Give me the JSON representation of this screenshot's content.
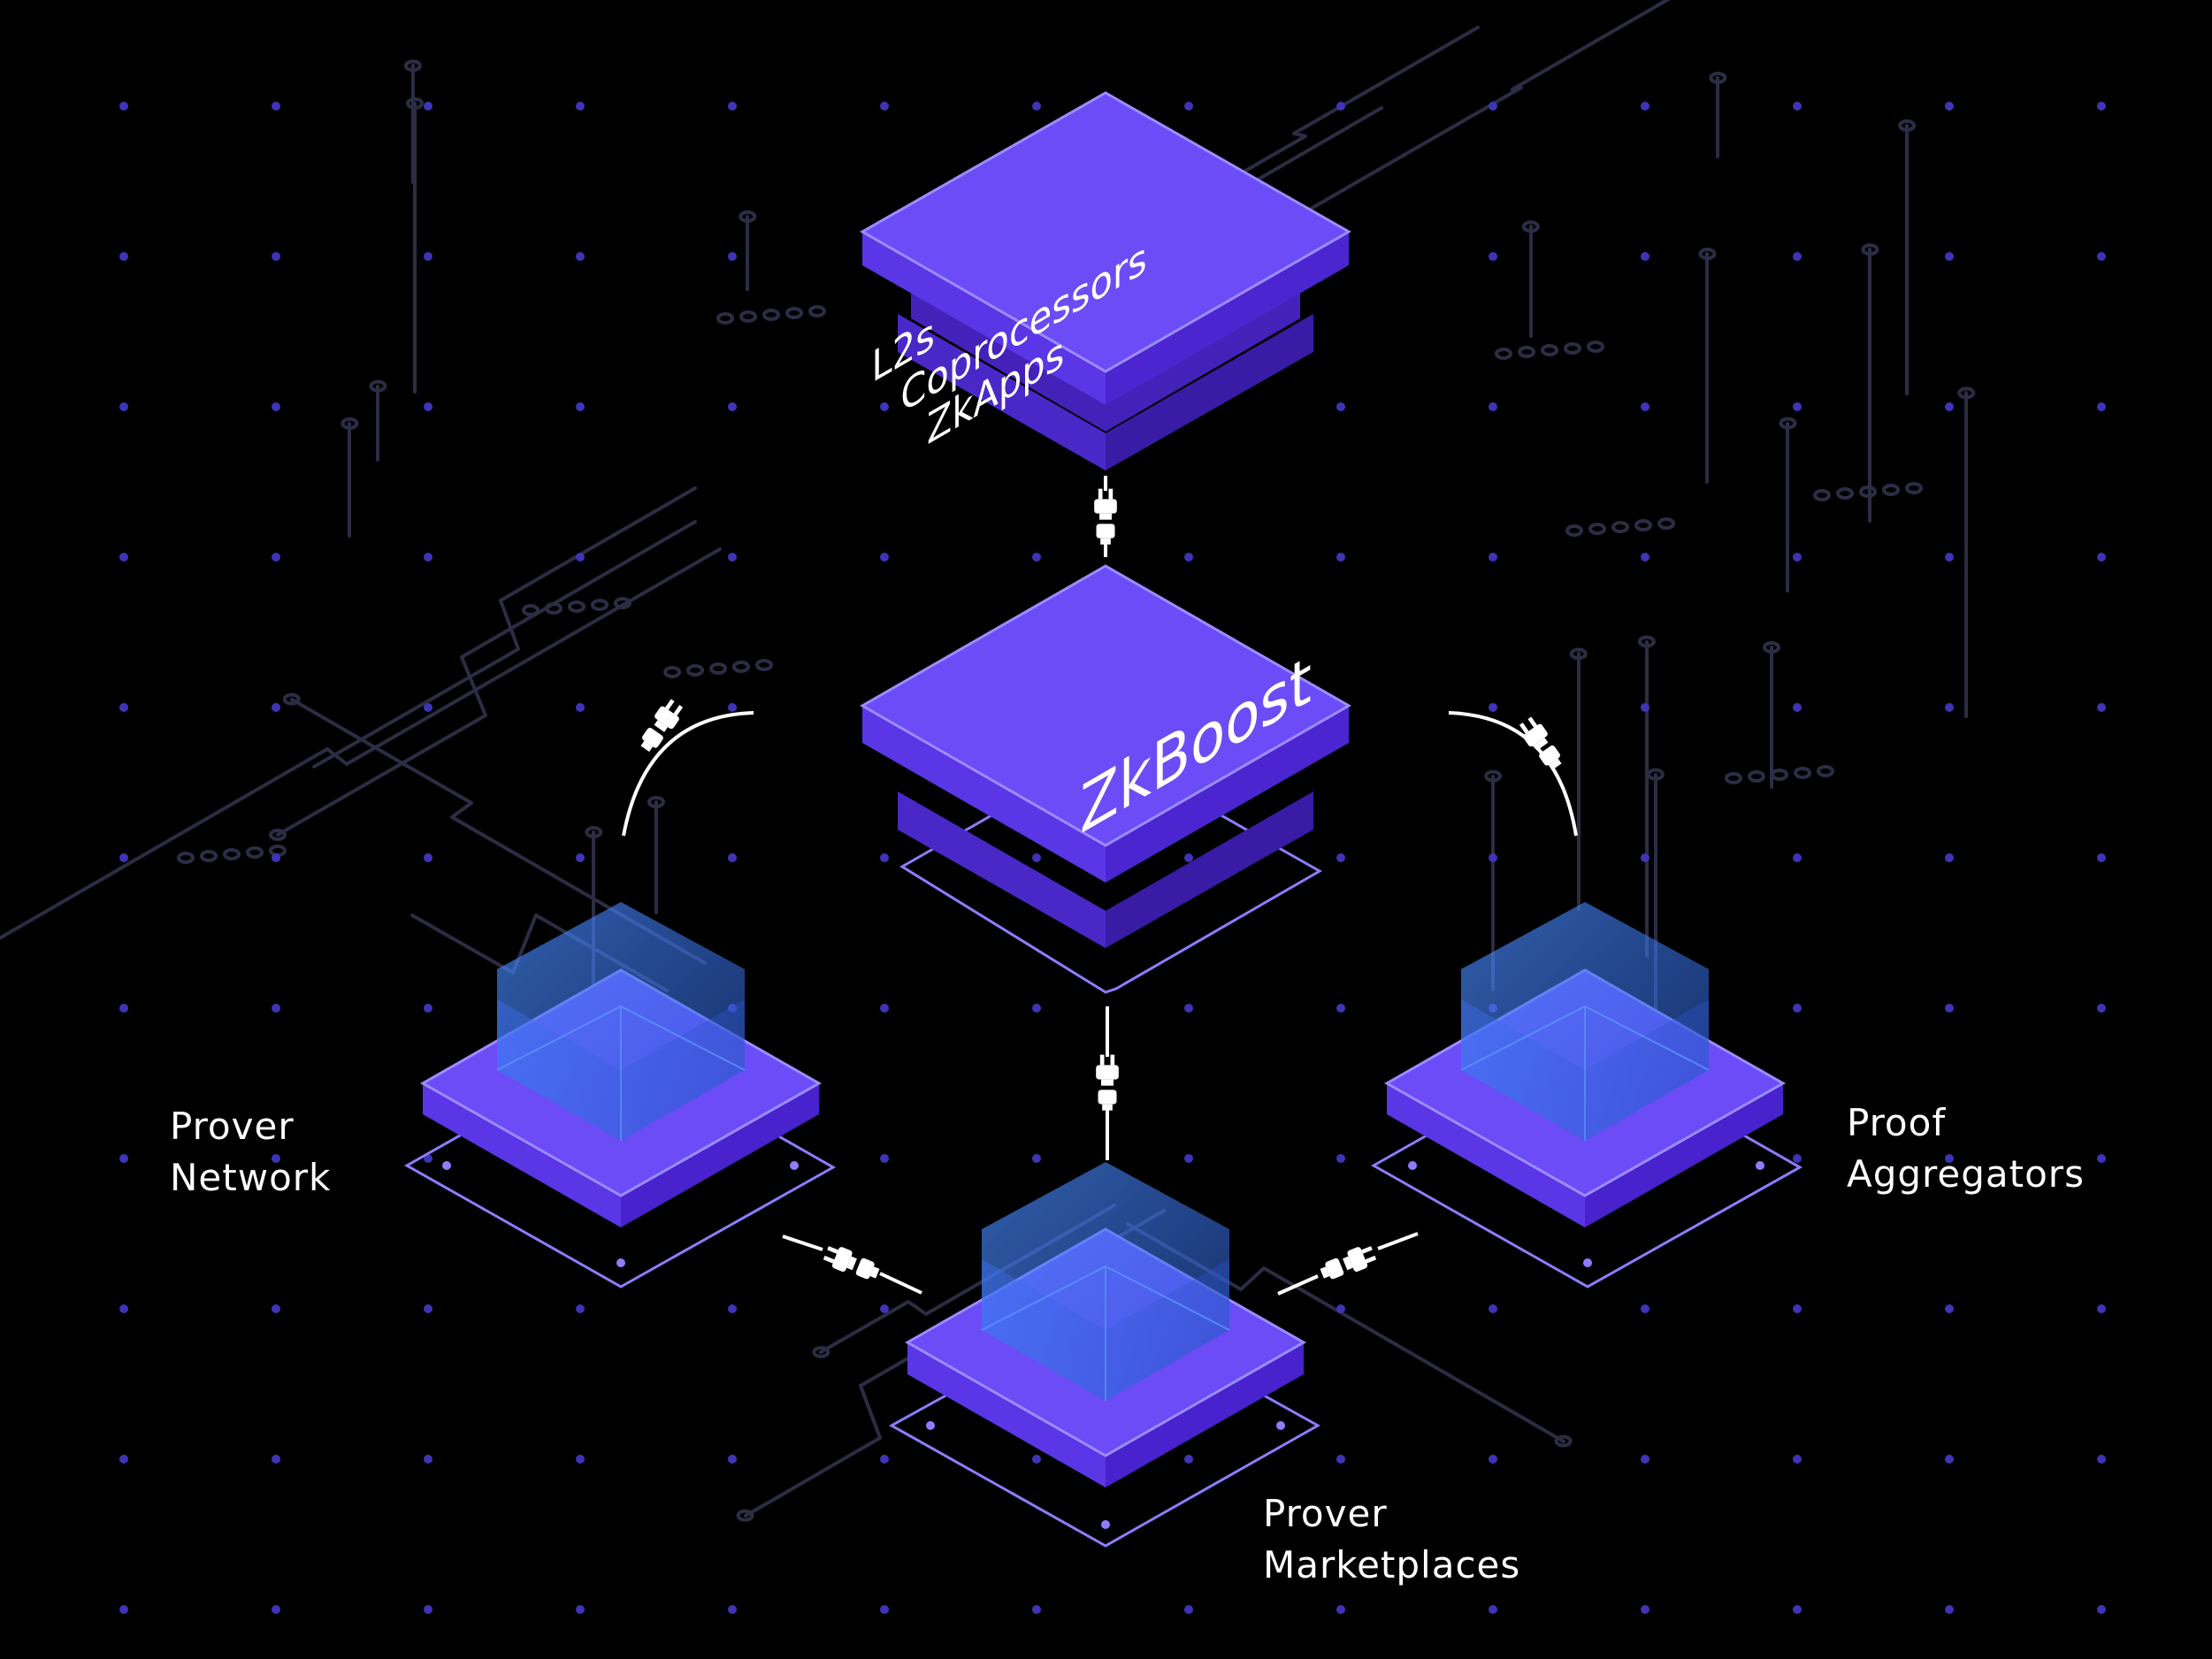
{
  "diagram": {
    "colors": {
      "background": "#000000",
      "block_top": "#6b4cf6",
      "block_left": "#5a35e8",
      "block_right": "#4b24cf",
      "block_layer": "#3d1fb0",
      "outline": "#8f7cff",
      "glass_cube": "#3b7bff",
      "circuit": "#2c2c44",
      "dot": "#3f34b8",
      "connector": "#ffffff"
    },
    "top_block": {
      "lines": [
        "L2s",
        "Coprocessors",
        "ZkApps"
      ]
    },
    "hub_block": {
      "label": "ZkBoost"
    },
    "nodes": [
      {
        "id": "prover-network",
        "lines": [
          "Prover",
          "Network"
        ]
      },
      {
        "id": "proof-aggregators",
        "lines": [
          "Proof",
          "Aggregators"
        ]
      },
      {
        "id": "prover-marketplaces",
        "lines": [
          "Prover",
          "Marketplaces"
        ]
      }
    ],
    "icons": [
      "plug-connector-icon",
      "circuit-trace-pattern",
      "dot-grid-pattern"
    ]
  }
}
